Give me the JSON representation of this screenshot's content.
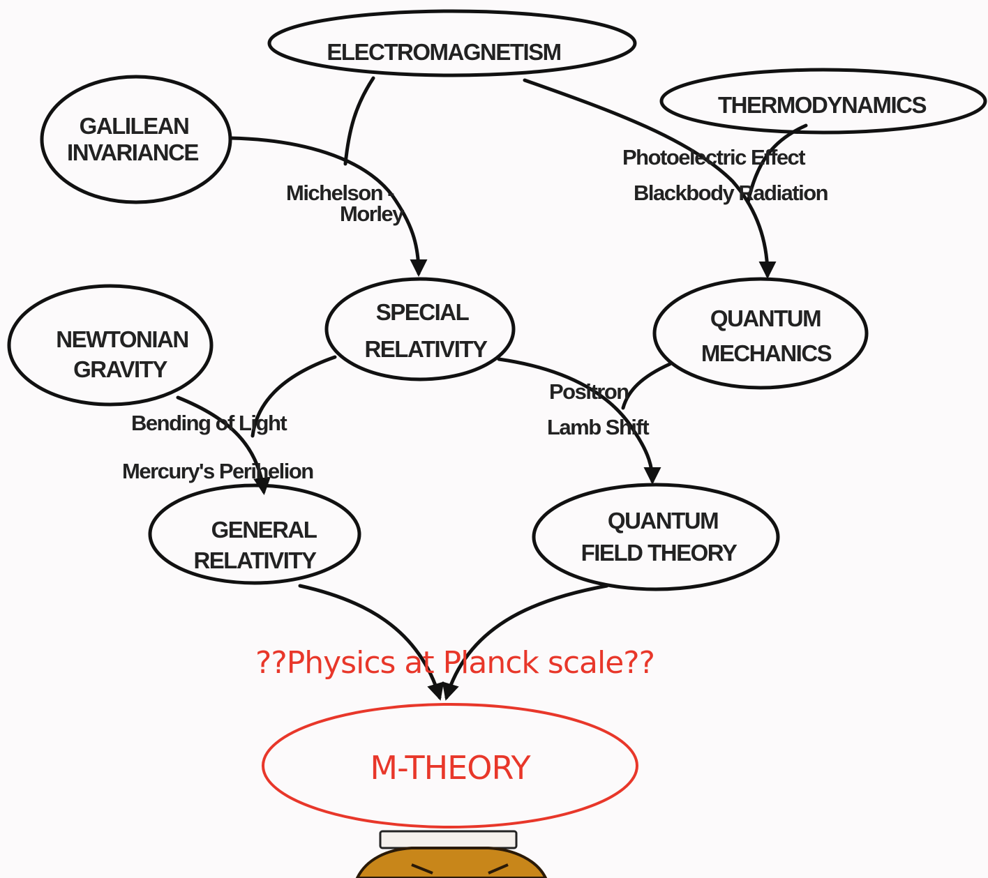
{
  "nodes": {
    "electromagnetism": "ELECTROMAGNETISM",
    "thermodynamics": "THERMODYNAMICS",
    "galilean": [
      "GALILEAN",
      "INVARIANCE"
    ],
    "newtonian": [
      "NEWTONIAN",
      "GRAVITY"
    ],
    "special": [
      "SPECIAL",
      "RELATIVITY"
    ],
    "quantum_mechanics": [
      "QUANTUM",
      "MECHANICS"
    ],
    "general": [
      "GENERAL",
      "RELATIVITY"
    ],
    "qft": [
      "QUANTUM",
      "FIELD THEORY"
    ],
    "m_theory": "M-THEORY"
  },
  "edge_labels": {
    "michelson": [
      "Michelson -",
      "Morley"
    ],
    "photoelectric": "Photoelectric Effect",
    "blackbody": "Blackbody Radiation",
    "bending": "Bending of Light",
    "mercury": "Mercury's Perihelion",
    "positron": "Positron",
    "lamb": "Lamb Shift"
  },
  "planck": "??Physics at Planck scale??",
  "colors": {
    "ink": "#111111",
    "accent_red": "#e8372a",
    "background": "#fcfafb",
    "figure_orange": "#c8861a"
  }
}
